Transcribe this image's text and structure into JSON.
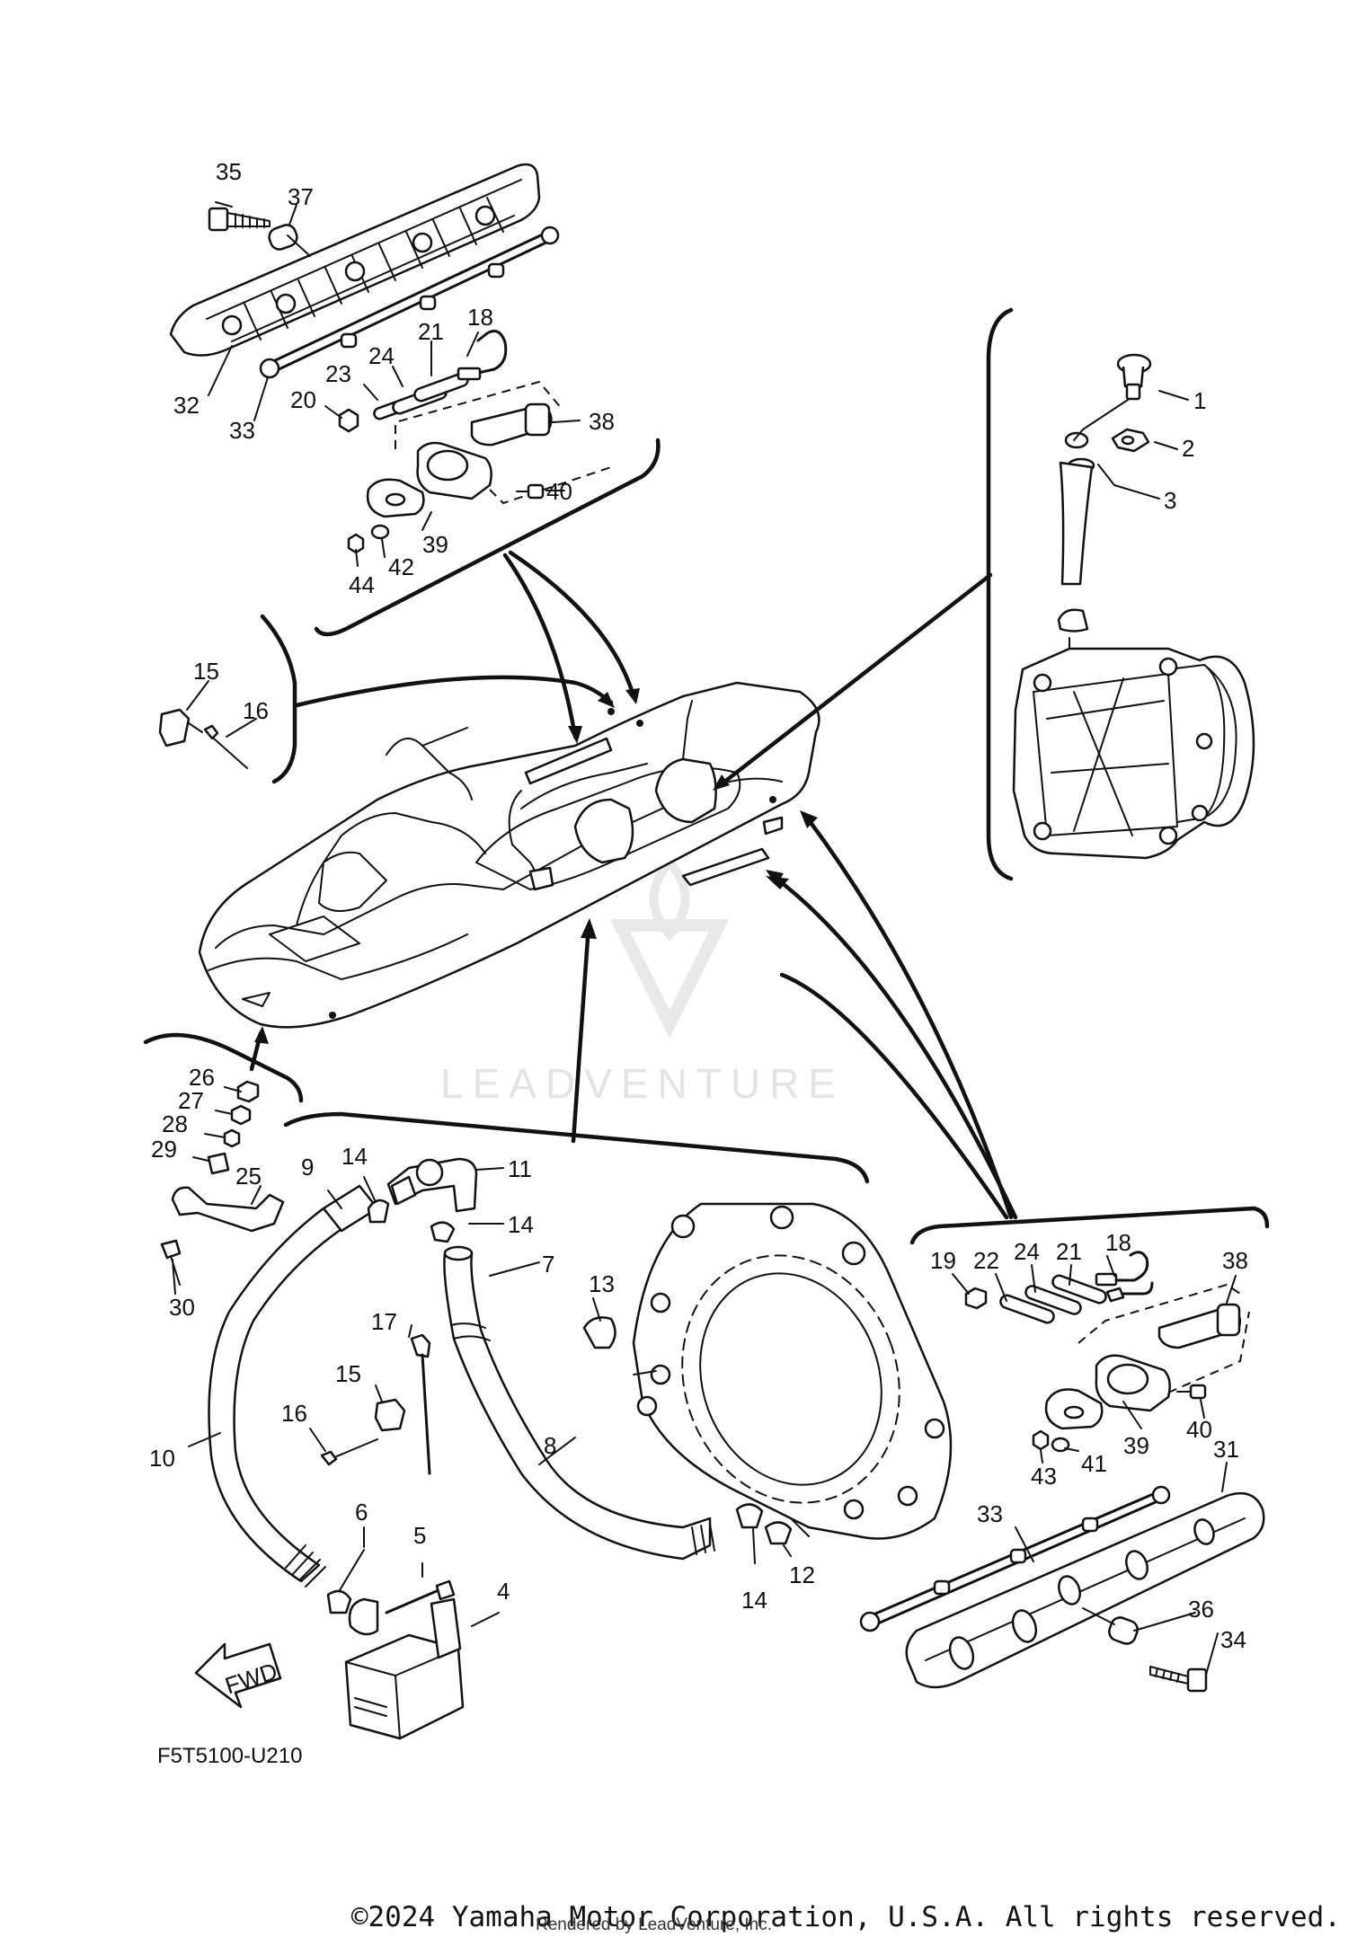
{
  "diagram": {
    "code": "F5T5100-U210",
    "fwd_label": "FWD",
    "watermark": "LEADVENTURE",
    "copyright": "©2024 Yamaha Motor Corporation, U.S.A. All rights reserved.",
    "rendered_by": "Rendered by LeadVenture, Inc.",
    "callouts": [
      {
        "n": "35"
      },
      {
        "n": "37"
      },
      {
        "n": "18"
      },
      {
        "n": "21"
      },
      {
        "n": "24"
      },
      {
        "n": "23"
      },
      {
        "n": "20"
      },
      {
        "n": "32"
      },
      {
        "n": "33"
      },
      {
        "n": "38"
      },
      {
        "n": "40"
      },
      {
        "n": "39"
      },
      {
        "n": "42"
      },
      {
        "n": "44"
      },
      {
        "n": "1"
      },
      {
        "n": "2"
      },
      {
        "n": "3"
      },
      {
        "n": "15"
      },
      {
        "n": "16"
      },
      {
        "n": "26"
      },
      {
        "n": "27"
      },
      {
        "n": "28"
      },
      {
        "n": "29"
      },
      {
        "n": "25"
      },
      {
        "n": "30"
      },
      {
        "n": "9"
      },
      {
        "n": "14"
      },
      {
        "n": "11"
      },
      {
        "n": "14"
      },
      {
        "n": "7"
      },
      {
        "n": "13"
      },
      {
        "n": "17"
      },
      {
        "n": "15"
      },
      {
        "n": "16"
      },
      {
        "n": "10"
      },
      {
        "n": "8"
      },
      {
        "n": "6"
      },
      {
        "n": "5"
      },
      {
        "n": "4"
      },
      {
        "n": "14"
      },
      {
        "n": "12"
      },
      {
        "n": "19"
      },
      {
        "n": "22"
      },
      {
        "n": "24"
      },
      {
        "n": "21"
      },
      {
        "n": "18"
      },
      {
        "n": "38"
      },
      {
        "n": "40"
      },
      {
        "n": "39"
      },
      {
        "n": "41"
      },
      {
        "n": "43"
      },
      {
        "n": "31"
      },
      {
        "n": "33"
      },
      {
        "n": "36"
      },
      {
        "n": "34"
      }
    ]
  }
}
